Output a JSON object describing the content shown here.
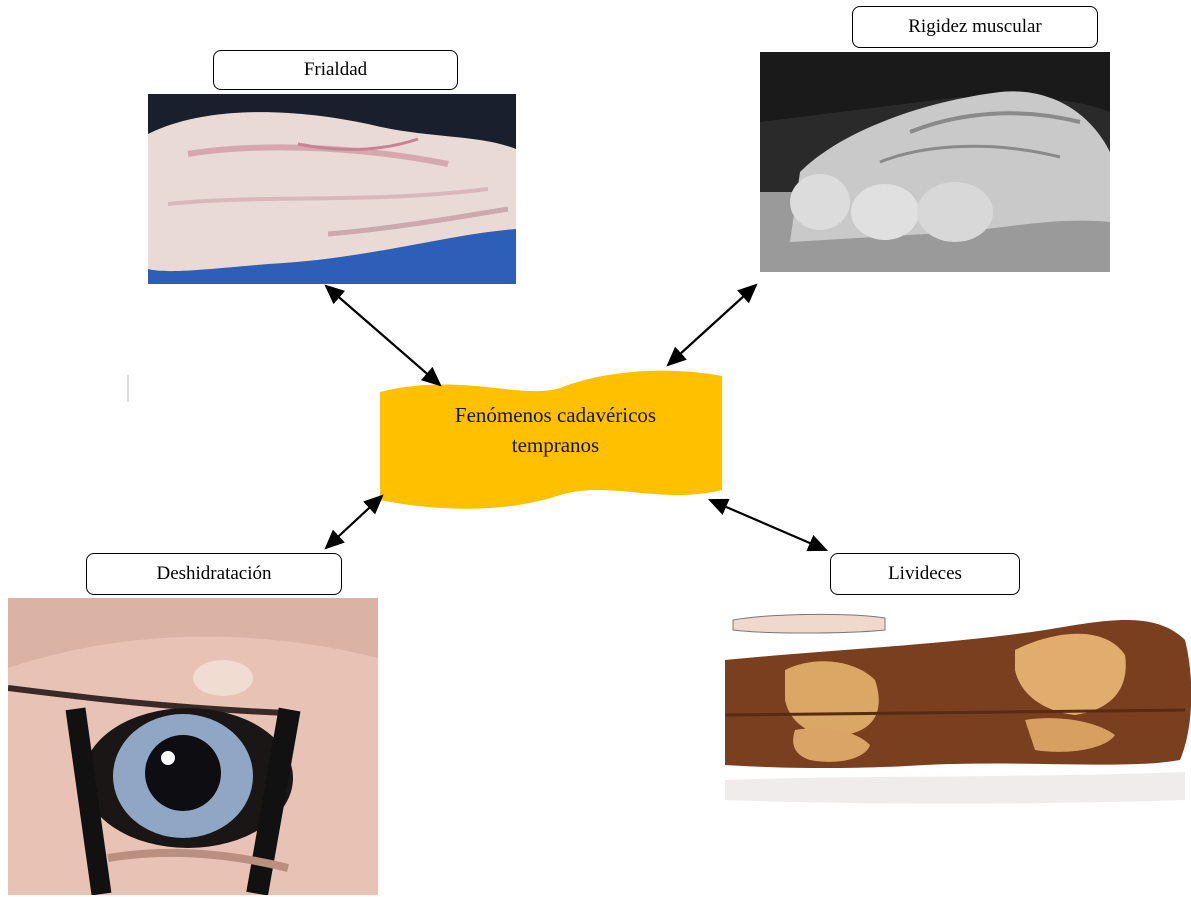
{
  "center": {
    "line1": "Fenómenos cadavéricos",
    "line2": "tempranos",
    "color": "#FFC000"
  },
  "nodes": {
    "frialdad": {
      "label": "Frialdad"
    },
    "rigidez": {
      "label": "Rigidez muscular"
    },
    "deshidratacion": {
      "label": "Deshidratación"
    },
    "livideces": {
      "label": "Livideces"
    }
  }
}
